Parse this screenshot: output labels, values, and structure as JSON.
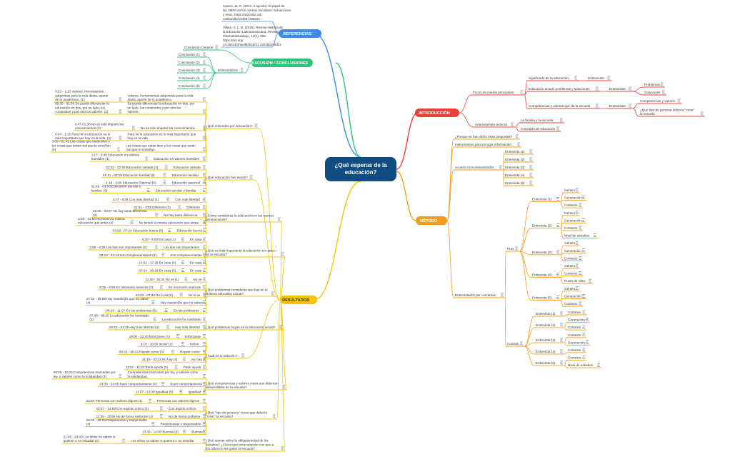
{
  "center": "¿Qué esperas de la educación?",
  "colors": {
    "center": "#0f4c81",
    "intro": "#e8413a",
    "metodo": "#f39c1e",
    "resultados": "#f5c400",
    "discusion": "#2ec27e",
    "referencias": "#3c8ce7",
    "note": "#6b7c93"
  },
  "referencias": {
    "label": "REFERENCIAS",
    "items": [
      "Casero, B. O. (2017, 3 agosto). El papel de las AMPA en los centros escolares: actuaciones y retos. https://repositor.ud/ catihandle/10459.1/60220",
      "Villate, S. L. B. (2019). Revista Historia de la Educación Latinoamericana. Revista rhbemtesetudacijo, 12(1), 206. https://doi.org/ 10.28441/shaell9252d/21.12019p206d22"
    ]
  },
  "discusion": {
    "label": "DISCUSIÓN / CONCLUSIONES",
    "general": "Conclusión General",
    "entrevistados": "Entrevistados",
    "items": [
      "Conclusión (1)",
      "Conclusión (2)",
      "Conclusión (3)",
      "Conclusión (4)",
      "Conclusión (5)"
    ]
  },
  "introduccion": {
    "label": "INTRODUCCIÓN",
    "focos": "Focos de interés principales",
    "significado": "Significado de la educación",
    "entrevistas": "Entrevistas",
    "actual": "Educación actual: problemas y soluciones",
    "problemas": "Problemas",
    "soluciones": "Soluciones",
    "competencias": "Competencias y valores que da la escuela",
    "comp_valores": "Competencias y valores",
    "tipo_persona": "¿Qué tipo de persona debería \"crear\" la escuela",
    "antecedentes": "Antecedentes teóricos",
    "familia": "La familia y la escuela",
    "concepto": "Concepto de educación"
  },
  "metodo": {
    "label": "MÉTODO",
    "porque": "¿Porque se han dicho esas preguntas?",
    "instrumentos": "Instrumentos para recoger información",
    "acceso": "Acceso a los entrevistados",
    "acceso_items": [
      "Entrevista (1)",
      "Entrevista (2)",
      "Entrevista (3)",
      "Entrevista (4)",
      "Entrevista (5)"
    ],
    "cercanias": "Entrevistados por cercanías",
    "pros": "Pros",
    "contras": "Contras",
    "pros_groups": [
      {
        "label": "Entrevista (1)",
        "items": [
          "Género",
          "Generación",
          "Contexto"
        ]
      },
      {
        "label": "Entrevista (2)",
        "items": [
          "Género",
          "Generación",
          "Contexto",
          "Nivel de estudios"
        ]
      },
      {
        "label": "Entrevista (3)",
        "items": [
          "Género",
          "Generación",
          "Contexto"
        ]
      },
      {
        "label": "Entrevista (4)",
        "items": [
          "Género",
          "Contexto",
          "Punto de vista"
        ]
      },
      {
        "label": "Entrevista (5)",
        "items": [
          "Género",
          "Generación",
          "Contexto"
        ]
      }
    ],
    "contras_groups": [
      {
        "label": "Entrevista (1)",
        "items": [
          "Contexto"
        ]
      },
      {
        "label": "Entrevista (2)",
        "items": [
          "Generación",
          "Contexto"
        ]
      },
      {
        "label": "Entrevista (3)",
        "items": [
          "Contexto",
          "Generación"
        ]
      },
      {
        "label": "Entrevista (4)",
        "items": [
          "Contexto"
        ]
      },
      {
        "label": "Entrevista (5)",
        "items": [
          "Contexto",
          "Nivel de estudios"
        ]
      }
    ]
  },
  "resultados": {
    "label": "RESULTADOS",
    "sections": [
      {
        "q": "¿Qué entiendes por educación?",
        "rows": [
          [
            "Valores, herramientas adquiridas para la vida diaria, aparte de lo académico.",
            "0:32 - 1:10 Valores, herramientas adquiridas para la vida diaria, aparte de lo académico. (1)"
          ],
          [
            "Se puede diferenciar la educación en dos, por un lado, los contenidos y por otro los valores.",
            "00:30 - 01:30 Se puede diferenciar la educación en dos, por un lado, los contenidos y por otro los valores. (2)"
          ],
          [
            "No es solo impartir los conocimientos",
            "0:47-01:30 No es solo impartir los conocimientos (3)"
          ],
          [
            "Para mi la educación es lo más importante que hay en la vida",
            "0:04 - 1:15 Para mi la educación es lo más importante que hay en la vida. (4)"
          ],
          [
            "Las cosas que están bien y las cosas que están mal que te enseñan.",
            "0:00 - 01:45 Las cosas que están bien y las cosas que están mal que te enseñan. (5)"
          ],
          [
            "Educación en valores humildes",
            "1:17 - 3:48 Educación en valores humildes (1)"
          ]
        ]
      },
      {
        "q": "¿Qué educación has tenido?",
        "rows": [
          [
            "Educación variada",
            "02:02 - 02:50 Educación variada (2)"
          ],
          [
            "Educación familiar",
            "01:41 - 02:18 Educación familiar (3)"
          ],
          [
            "Educación paternal",
            "1:19 - 2:00 Educación Paternal (4)"
          ],
          [
            "Educación escolar y familiar",
            "01:45 - 03:03 Educación escolar y familiar. (5)"
          ]
        ]
      },
      {
        "q": "¿Cómo consideras la educación en las nuevas generaciones?",
        "rows": [
          [
            "Con más libertad",
            "3:47 - 6:06 Con más libertad (1)"
          ],
          [
            "Diferente",
            "02:51 - 3:55 Diferente (2)"
          ],
          [
            "No hay tanta diferencia",
            "02:25 - 03:07 No hay tanta diferencia (3)"
          ],
          [
            "No tienen la misma educación que antes",
            "2:20 - 14:50 No tienen la misma educación que antes (4)"
          ],
          [
            "Educación buena",
            "03:02 - 07:24 Educación buena (5)"
          ]
        ]
      },
      {
        "q": "¿Qué es más importante la educación en casa o en la escuela?",
        "rows": [
          [
            "En casa",
            "6:20 - 9:00 En casa (1)"
          ],
          [
            "Las dos son importantes",
            "3:55 - 6:25 Las dos son importantes (2)"
          ],
          [
            "Son complementarias",
            "03:10 - 04:14 Son complementarias (3)"
          ],
          [
            "En casa",
            "14:52 - 17:29 En casa (4)"
          ],
          [
            "En casa",
            "07:24 - 08:29 En casa (5)"
          ]
        ]
      },
      {
        "q": "¿Qué problemas consideras que hay en el sistema educativo actual?",
        "rows": [
          [
            "No ve",
            "11:30 - 15:20 No ve (1)"
          ],
          [
            "Es necesario avances",
            "6:25 - 8:56 Es necesario avances (2)"
          ],
          [
            "No lo se",
            "04:02 - 07:33 No lo se (3)"
          ],
          [
            "Hay maestr@s que no saben",
            "17:32 - 19:59 Hay maestr@s que no saben (4)"
          ],
          [
            "En las profesoras",
            "08:29 - 11:07 En las profesoras (5)"
          ]
        ]
      },
      {
        "q": "¿Qué problemas hayas en la educación actual?",
        "rows": [
          [
            "La educación ha cambiado",
            "07:35 - 08:20 La educación ha cambiado (3)"
          ],
          [
            "Hay más libertad",
            "20:18 - 21:15 Hay más libertad (4)"
          ]
        ]
      },
      {
        "q": "¿Cuál es tu solución?",
        "rows": [
          [
            "Esforzarse",
            "19:00 - 22:40 Esforzarse (1)"
          ],
          [
            "Incluir",
            "9:10 - 10:50 Incluir (2)"
          ],
          [
            "Repetir curso",
            "08:24 - 09:22 Repetir curso (3)"
          ],
          [
            "No hay",
            "21:16 - 22:11 No hay (4)"
          ],
          [
            "Pedir ayuda",
            "11:07 - 11:22 Pedir ayuda (5)"
          ]
        ]
      },
      {
        "q": "¿Qué competencias y valores crees que deberían desarrollarse en la escuela?",
        "rows": [
          [
            "Competencias marcadas por ley, y valores como la solidaridad.",
            "09:25 - 11:00 Competencias marcadas por ley, y valores como la solidaridad (3)"
          ],
          [
            "Buen comportamiento",
            "23:30 - 24:45 Buen comportamiento (4)"
          ],
          [
            "Igualdad",
            "11:07 - 13:30 Igualdad (5)"
          ]
        ]
      },
      {
        "q": "¿Qué \"tipo de persona\" crees que debería \"crear\" la escuela?",
        "rows": [
          [
            "Personas con valores dignos",
            "22:50 Personas con valores dignos (1)"
          ],
          [
            "Con espíritu crítico",
            "12:47 - 14:59 Con espíritu crítico (2)"
          ],
          [
            "No de forma uniforme",
            "11:35 - 13:56 No de forma uniforme (3)"
          ],
          [
            "Respetuosas y responsable",
            "25:00 - 26:03 Respetuosas y responsable (4)"
          ],
          [
            "Buenas",
            "13:30 - 14:30 Buenas (5)"
          ]
        ]
      },
      {
        "q": "¿Qué opinas sobre la obligatoriedad de los estudios? ¿Crees que tiene relación con que a los niños no les guste la escuela?",
        "rows": [
          [
            "Los niños no saben si quieren o no estudiar",
            "21:45 - 23:00 Los niños no saben si quieren o no estudiar (2)"
          ]
        ]
      }
    ]
  }
}
